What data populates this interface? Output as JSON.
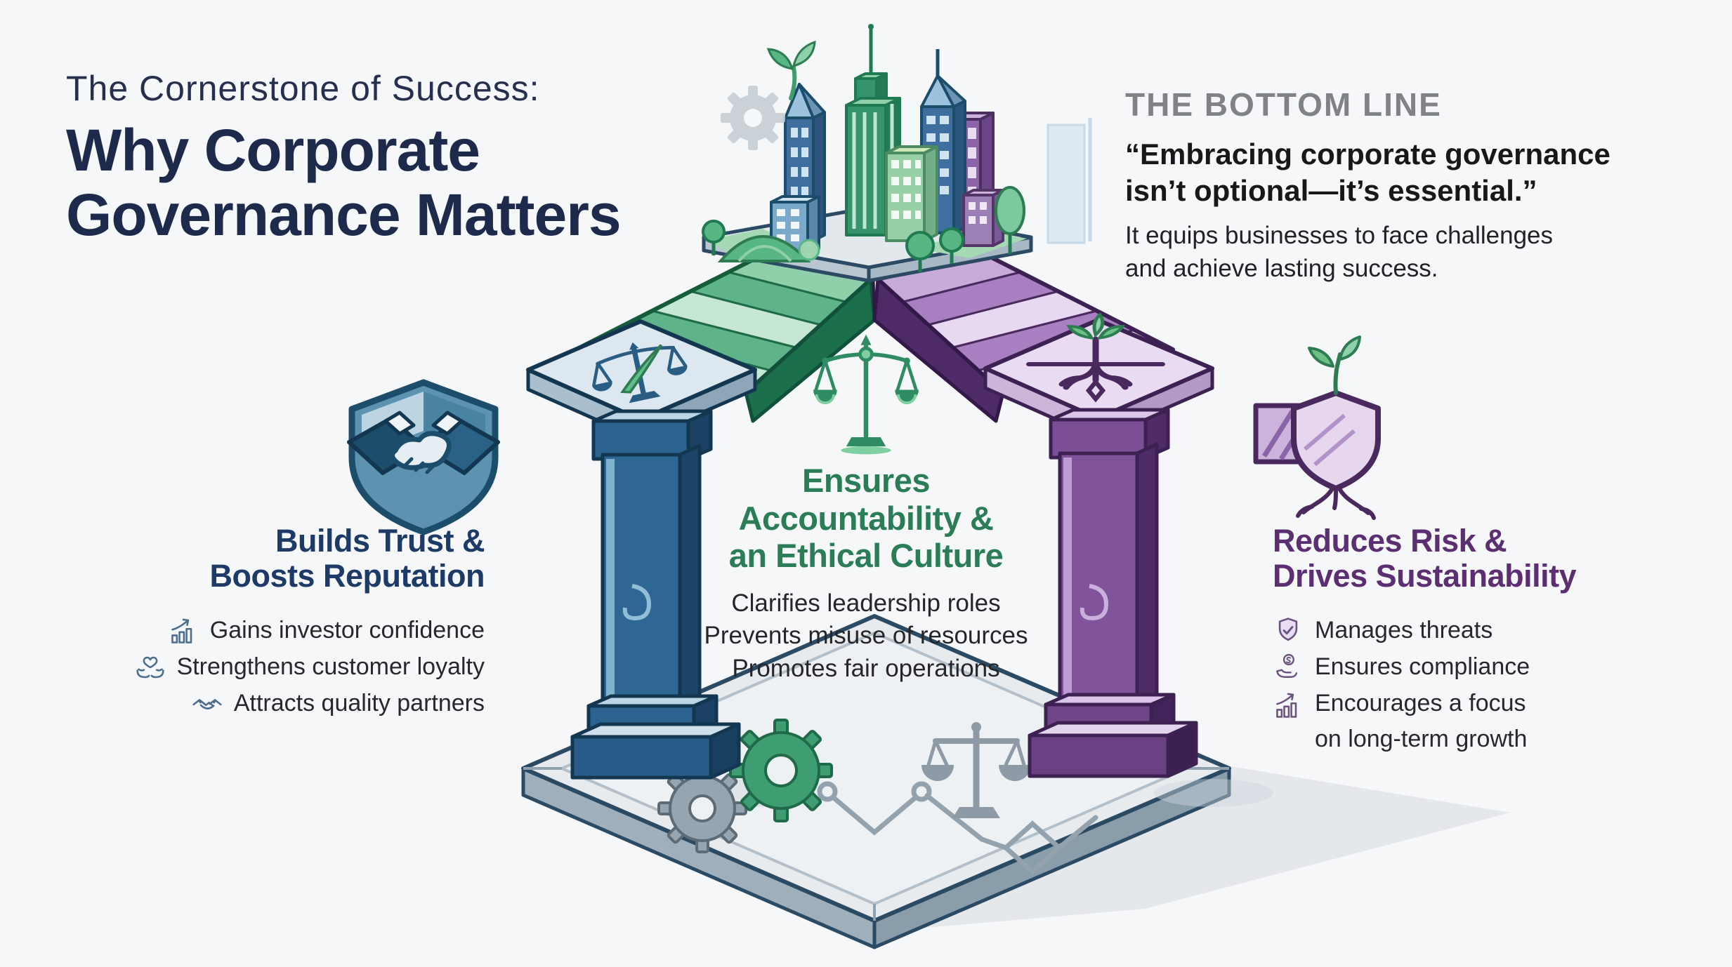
{
  "title": {
    "kicker": "The Cornerstone of Success:",
    "heading_line1": "Why Corporate",
    "heading_line2": "Governance Matters"
  },
  "bottom_line": {
    "label": "THE BOTTOM LINE",
    "quote_line1": "“Embracing corporate governance",
    "quote_line2": "isn’t optional—it’s essential.”",
    "body_line1": "It equips businesses to face challenges",
    "body_line2": "and achieve lasting success."
  },
  "left_panel": {
    "heading_line1": "Builds Trust &",
    "heading_line2": "Boosts Reputation",
    "items": [
      {
        "icon": "growth-chart-icon",
        "label": "Gains investor confidence"
      },
      {
        "icon": "hands-heart-icon",
        "label": "Strengthens customer loyalty"
      },
      {
        "icon": "handshake-icon",
        "label": "Attracts quality partners"
      }
    ]
  },
  "center_panel": {
    "icon": "balance-scales-icon",
    "heading_line1": "Ensures",
    "heading_line2": "Accountability &",
    "heading_line3": "an Ethical Culture",
    "items": [
      "Clarifies leadership roles",
      "Prevents misuse of resources",
      "Promotes fair operations"
    ]
  },
  "right_panel": {
    "heading_line1": "Reduces Risk &",
    "heading_line2": "Drives Sustainability",
    "items": [
      {
        "icon": "shield-check-icon",
        "label": "Manages threats"
      },
      {
        "icon": "hand-coin-icon",
        "label": "Ensures compliance"
      },
      {
        "icon": "growth-chart-icon",
        "label": "Encourages a focus",
        "label2": "on long-term growth"
      }
    ]
  },
  "illustration": {
    "description": "isometric archway: two pillars with stair arch, city on top, icons on base",
    "left_capital_icon": "balance-scales-icon",
    "right_capital_icon": "plant-roots-icon",
    "left_side_icon": "shield-handshake-icon",
    "right_side_icon": "shield-sprout-icon",
    "base_icons": [
      "gear-icon",
      "gear-icon",
      "balance-scales-icon",
      "circuit-icon"
    ],
    "top_icons": [
      "city-buildings",
      "trees",
      "gear-icon",
      "sprout-icon"
    ]
  },
  "colors": {
    "background": "#f6f7f9",
    "title_navy": "#1e2a4c",
    "bottom_line_gray": "#7f8286",
    "left_heading_navy": "#1d3b66",
    "center_green": "#2a7d57",
    "right_purple": "#5c2f73",
    "pillar_blue": "#2e6694",
    "pillar_purple": "#80539a",
    "stairs_green": "#5fb389",
    "stairs_purple": "#a87fc0",
    "platform_gray": "#e7ebee"
  }
}
